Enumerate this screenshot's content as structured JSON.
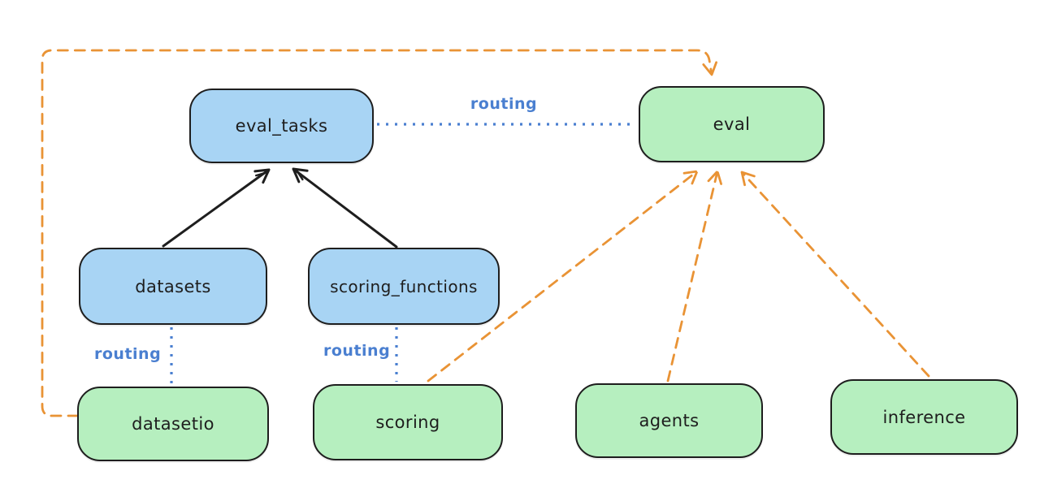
{
  "diagram": {
    "kind": "api-routing-diagram",
    "nodes": {
      "eval_tasks": {
        "label": "eval_tasks",
        "color": "blue"
      },
      "eval": {
        "label": "eval",
        "color": "green"
      },
      "datasets": {
        "label": "datasets",
        "color": "blue"
      },
      "scoring_functions": {
        "label": "scoring_functions",
        "color": "blue"
      },
      "datasetio": {
        "label": "datasetio",
        "color": "green"
      },
      "scoring": {
        "label": "scoring",
        "color": "green"
      },
      "agents": {
        "label": "agents",
        "color": "green"
      },
      "inference": {
        "label": "inference",
        "color": "green"
      }
    },
    "edges": [
      {
        "from": "datasets",
        "to": "eval_tasks",
        "style": "solid-arrow",
        "label": ""
      },
      {
        "from": "scoring_functions",
        "to": "eval_tasks",
        "style": "solid-arrow",
        "label": ""
      },
      {
        "from": "eval_tasks",
        "to": "eval",
        "style": "dotted",
        "label": "routing"
      },
      {
        "from": "datasets",
        "to": "datasetio",
        "style": "dotted",
        "label": "routing"
      },
      {
        "from": "scoring_functions",
        "to": "scoring",
        "style": "dotted",
        "label": "routing"
      },
      {
        "from": "scoring",
        "to": "eval",
        "style": "dashed-arrow",
        "label": ""
      },
      {
        "from": "agents",
        "to": "eval",
        "style": "dashed-arrow",
        "label": ""
      },
      {
        "from": "inference",
        "to": "eval",
        "style": "dashed-arrow",
        "label": ""
      },
      {
        "from": "datasetio",
        "to": "eval",
        "style": "dashed-arrow",
        "label": ""
      }
    ]
  },
  "colors": {
    "canvas": "#ffffff",
    "node-blue": "#a8d4f4",
    "node-green": "#b6efbf",
    "stroke": "#1e1e1e",
    "routing-blue": "#4a7fd0",
    "orange": "#e99335"
  }
}
